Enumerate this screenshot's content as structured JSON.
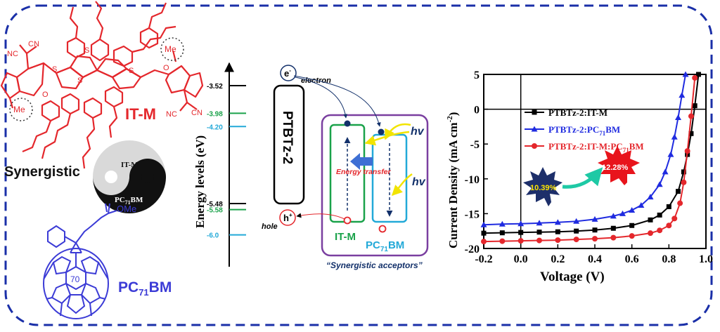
{
  "colors": {
    "frame": "#1a2fa8",
    "itm": "#e4272c",
    "pcbm": "#3b3bd6",
    "green": "#1aa24a",
    "cyan": "#22a9d8",
    "purple": "#7a3fa0",
    "yellow": "#f2e400",
    "navy": "#12306a"
  },
  "left": {
    "itm_label": "IT-M",
    "me_label": "Me",
    "nc_label": "NC",
    "cn_label": "CN",
    "s_label": "S",
    "o_label": "O",
    "synergistic_label": "Synergistic",
    "yinyang_top": "IT-M",
    "yinyang_bottom": "PC",
    "yinyang_bottom_sub": "71",
    "yinyang_bottom_end": "BM",
    "pcbm_label": "PC",
    "pcbm_sub": "71",
    "pcbm_end": "BM",
    "ome_label": "OMe",
    "fullerene_label": "70"
  },
  "energy": {
    "axis_label": "Energy levels (eV)",
    "levels": [
      {
        "value": "-3.52",
        "color": "#000000"
      },
      {
        "value": "-3.98",
        "color": "#1aa24a"
      },
      {
        "value": "-4.20",
        "color": "#22a9d8"
      },
      {
        "value": "-5.48",
        "color": "#000000"
      },
      {
        "value": "-5.58",
        "color": "#1aa24a"
      },
      {
        "value": "-6.0",
        "color": "#22a9d8"
      }
    ]
  },
  "diagram": {
    "donor_label": "PTBTz-2",
    "electron_symbol": "e",
    "electron_sup": "-",
    "electron_label": "electron",
    "hole_symbol": "h",
    "hole_sup": "+",
    "hole_label": "hole",
    "hv_label_1": "hv",
    "hv_label_2": "hv",
    "transfer_label": "Energy transfer",
    "acceptor1_label": "IT-M",
    "acceptor2_label": "PC",
    "acceptor2_sub": "71",
    "acceptor2_end": "BM",
    "caption": "“Synergistic acceptors”"
  },
  "chart_data": {
    "type": "line",
    "xlabel": "Voltage (V)",
    "ylabel": "Current Density (mA cm",
    "ylabel_sup": "-2",
    "ylabel_end": ")",
    "xlim": [
      -0.2,
      1.0
    ],
    "ylim": [
      -20,
      5
    ],
    "xticks": [
      "-0.2",
      "0.0",
      "0.2",
      "0.4",
      "0.6",
      "0.8",
      "1.0"
    ],
    "yticks": [
      "5",
      "0",
      "-5",
      "-10",
      "-15",
      "-20"
    ],
    "series": [
      {
        "name": "PTBTz-2:IT-M",
        "color": "#000000",
        "marker": "square",
        "x": [
          -0.2,
          -0.1,
          0.0,
          0.1,
          0.2,
          0.3,
          0.4,
          0.5,
          0.6,
          0.7,
          0.75,
          0.8,
          0.85,
          0.88,
          0.9,
          0.92,
          0.94,
          0.96
        ],
        "y": [
          -17.8,
          -17.75,
          -17.7,
          -17.65,
          -17.6,
          -17.5,
          -17.35,
          -17.1,
          -16.7,
          -15.9,
          -15.2,
          -14.0,
          -11.8,
          -9.0,
          -6.5,
          -3.5,
          0.5,
          5.0
        ]
      },
      {
        "name": "PTBTz-2:PC",
        "name_sub": "71",
        "name_end": "BM",
        "color": "#1f2be0",
        "marker": "triangle",
        "x": [
          -0.2,
          -0.1,
          0.0,
          0.1,
          0.2,
          0.3,
          0.4,
          0.5,
          0.55,
          0.6,
          0.65,
          0.7,
          0.75,
          0.78,
          0.81,
          0.83,
          0.85,
          0.87,
          0.89
        ],
        "y": [
          -16.6,
          -16.5,
          -16.45,
          -16.35,
          -16.25,
          -16.1,
          -15.8,
          -15.35,
          -15.0,
          -14.5,
          -13.8,
          -12.6,
          -10.8,
          -9.0,
          -6.5,
          -4.0,
          -1.2,
          2.0,
          5.0
        ]
      },
      {
        "name": "PTBTz-2:IT-M:PC",
        "name_sub": "71",
        "name_end": "BM",
        "color": "#e4272c",
        "marker": "circle",
        "x": [
          -0.2,
          -0.1,
          0.0,
          0.1,
          0.2,
          0.3,
          0.4,
          0.5,
          0.6,
          0.7,
          0.75,
          0.8,
          0.83,
          0.86,
          0.88,
          0.9,
          0.92,
          0.94
        ],
        "y": [
          -19.0,
          -18.95,
          -18.9,
          -18.85,
          -18.8,
          -18.7,
          -18.6,
          -18.45,
          -18.2,
          -17.8,
          -17.4,
          -16.7,
          -15.7,
          -13.5,
          -10.5,
          -6.0,
          -1.0,
          4.5
        ]
      }
    ],
    "badges": [
      {
        "text": "10.39%",
        "color": "#1d2f6a"
      },
      {
        "text": "12.28%",
        "color": "#e8141c"
      }
    ]
  }
}
